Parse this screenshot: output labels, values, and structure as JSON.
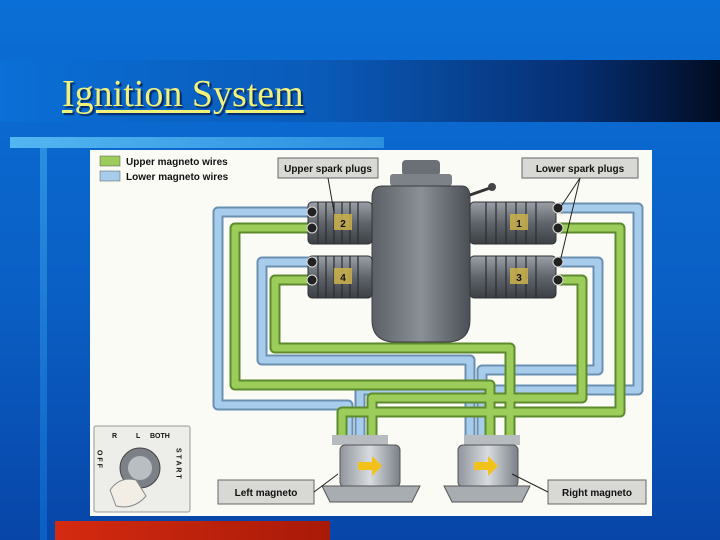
{
  "slide": {
    "title": "Ignition System"
  },
  "diagram": {
    "legend": {
      "upper": "Upper magneto wires",
      "lower": "Lower magneto wires"
    },
    "callouts": {
      "upper_plugs": "Upper spark plugs",
      "lower_plugs": "Lower spark plugs",
      "left_magneto": "Left magneto",
      "right_magneto": "Right magneto"
    },
    "cylinders": {
      "c1": "1",
      "c2": "2",
      "c3": "3",
      "c4": "4"
    },
    "switch": {
      "off": "O F F",
      "r": "R",
      "l": "L",
      "both": "BOTH",
      "start": "S T A R T"
    },
    "colors": {
      "upper_wire": "#9ccc5a",
      "lower_wire": "#a8cdec",
      "magneto_arrow": "#f2c21a"
    }
  }
}
